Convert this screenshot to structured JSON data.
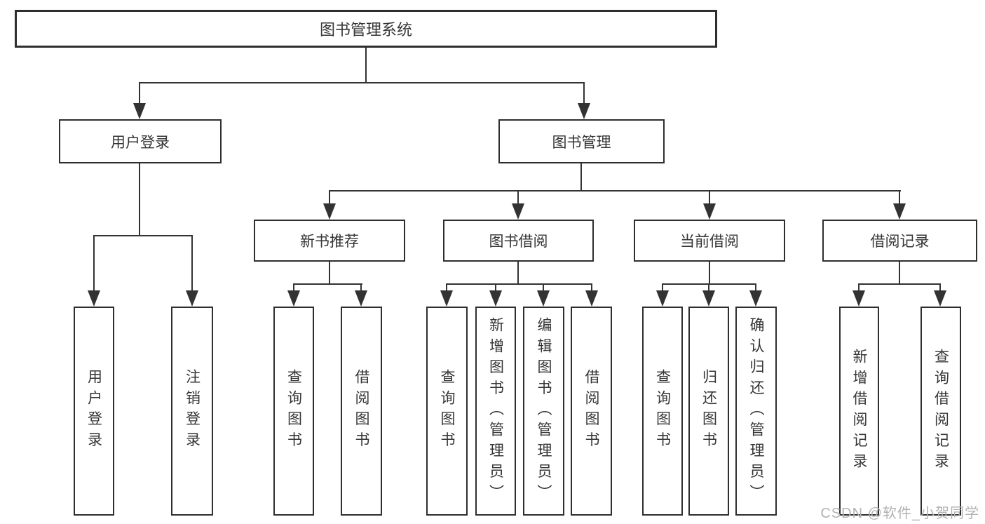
{
  "diagram_type": "hierarchy-tree",
  "colors": {
    "line": "#333333",
    "box_border": "#2e2e2e",
    "text": "#353535",
    "background": "#ffffff",
    "watermark": "#b2b2b2"
  },
  "tree": {
    "label": "图书管理系统",
    "children": [
      {
        "label": "用户登录",
        "children": [
          {
            "label": "用户登录"
          },
          {
            "label": "注销登录"
          }
        ]
      },
      {
        "label": "图书管理",
        "children": [
          {
            "label": "新书推荐",
            "children": [
              {
                "label": "查询图书"
              },
              {
                "label": "借阅图书"
              }
            ]
          },
          {
            "label": "图书借阅",
            "children": [
              {
                "label": "查询图书"
              },
              {
                "label": "新增图书（管理员）"
              },
              {
                "label": "编辑图书（管理员）"
              },
              {
                "label": "借阅图书"
              }
            ]
          },
          {
            "label": "当前借阅",
            "children": [
              {
                "label": "查询图书"
              },
              {
                "label": "归还图书"
              },
              {
                "label": "确认归还（管理员）"
              }
            ]
          },
          {
            "label": "借阅记录",
            "children": [
              {
                "label": "新增借阅记录"
              },
              {
                "label": "查询借阅记录"
              }
            ]
          }
        ]
      }
    ]
  },
  "watermark": "CSDN @软件_小贺同学"
}
